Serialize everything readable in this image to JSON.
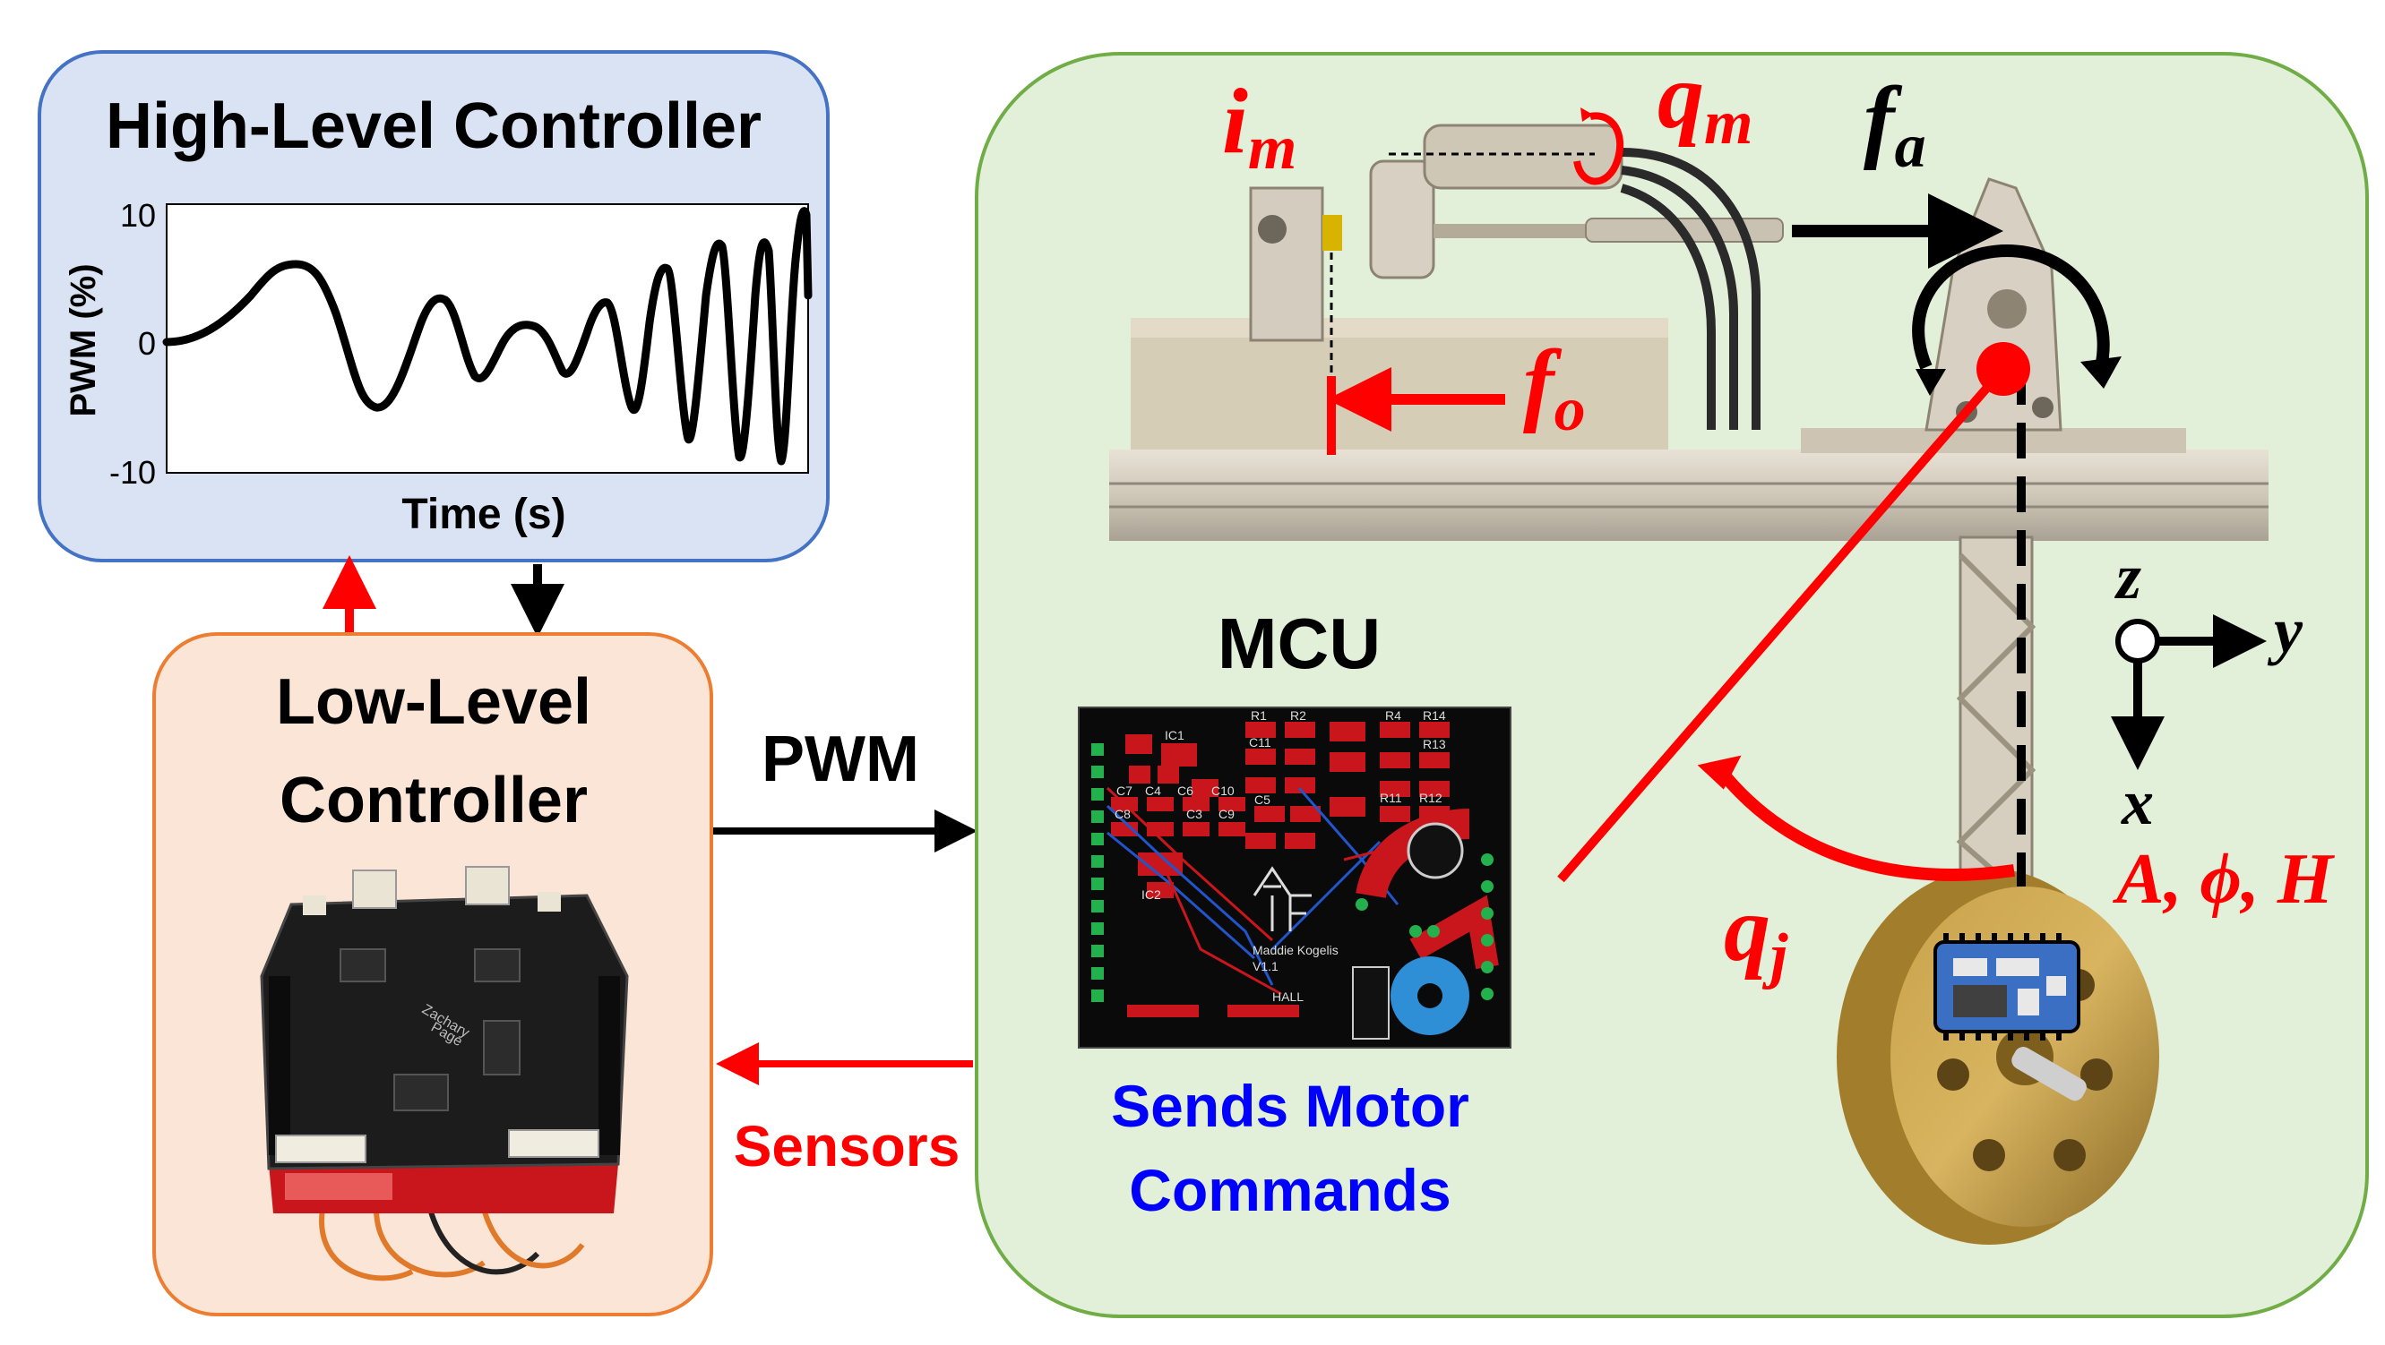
{
  "high_level": {
    "title": "High-Level Controller",
    "plot": {
      "y_label": "PWM (%)",
      "x_label": "Time (s)",
      "y_ticks": [
        "10",
        "0",
        "-10"
      ]
    }
  },
  "low_level": {
    "title_line1": "Low-Level",
    "title_line2": "Controller",
    "board_text": [
      "Zachary",
      "Page"
    ]
  },
  "arrows": {
    "pwm_label": "PWM",
    "sensors_label": "Sensors"
  },
  "mcu": {
    "title": "MCU",
    "caption_line1": "Sends Motor",
    "caption_line2": "Commands",
    "pcb_text": [
      "Maddie Kogelis",
      "V1.1",
      "HALL",
      "R1",
      "R2",
      "R4",
      "R14",
      "C11",
      "R13",
      "C7",
      "C4",
      "C6",
      "C10",
      "C5",
      "C8",
      "C3",
      "C9",
      "IC1",
      "IC2",
      "R11",
      "R12"
    ]
  },
  "system_labels": {
    "i_m": "i",
    "i_m_sub": "m",
    "q_m": "q",
    "q_m_sub": "m",
    "f_a": "f",
    "f_a_sub": "a",
    "f_o": "f",
    "f_o_sub": "o",
    "q_j": "q",
    "q_j_sub": "j",
    "params": "A, ϕ, H",
    "axis_z": "z",
    "axis_y": "y",
    "axis_x": "x"
  },
  "colors": {
    "high_level_fill": "#dae3f3",
    "high_level_stroke": "#4472c4",
    "low_level_fill": "#fbe5d6",
    "low_level_stroke": "#ed7d31",
    "system_fill": "#e2f0d9",
    "system_stroke": "#70ad47",
    "accent_red": "#ff0000",
    "caption_blue": "#0000ff"
  }
}
